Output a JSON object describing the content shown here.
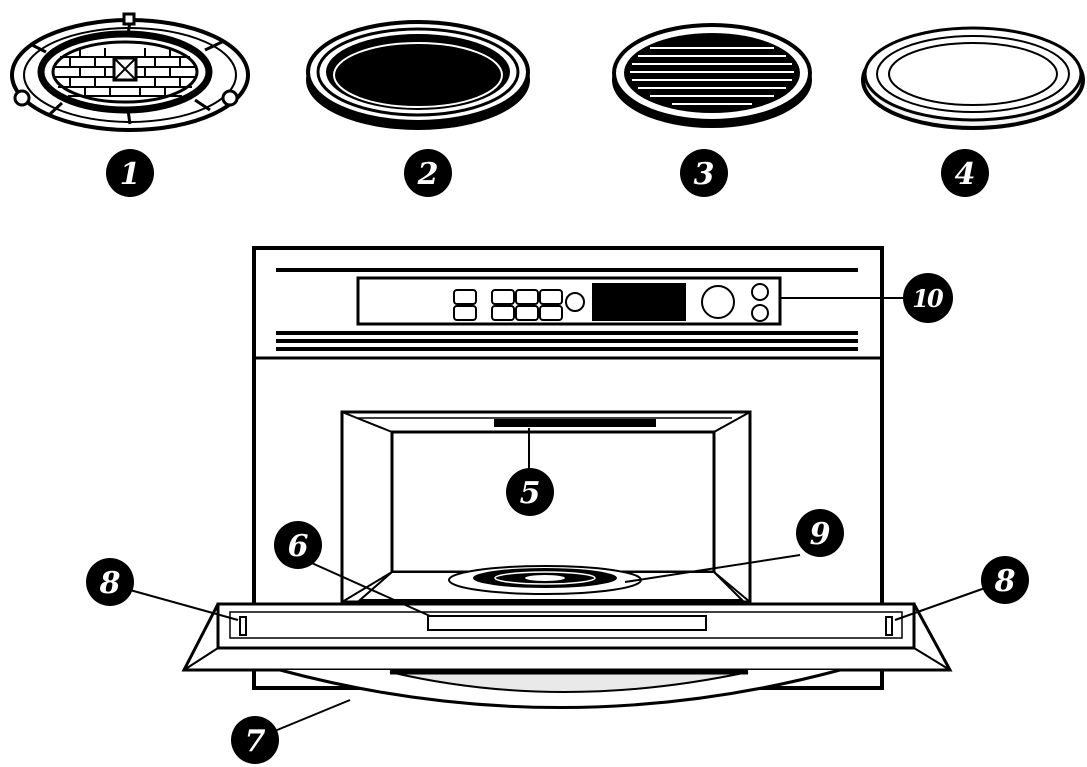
{
  "callouts": {
    "c1": "1",
    "c2": "2",
    "c3": "3",
    "c4": "4",
    "c5": "5",
    "c6": "6",
    "c7": "7",
    "c8_left": "8",
    "c8_right": "8",
    "c9": "9",
    "c10": "10"
  },
  "colors": {
    "ink": "#000000",
    "paper": "#ffffff",
    "light_gray": "#e9e9e9"
  }
}
